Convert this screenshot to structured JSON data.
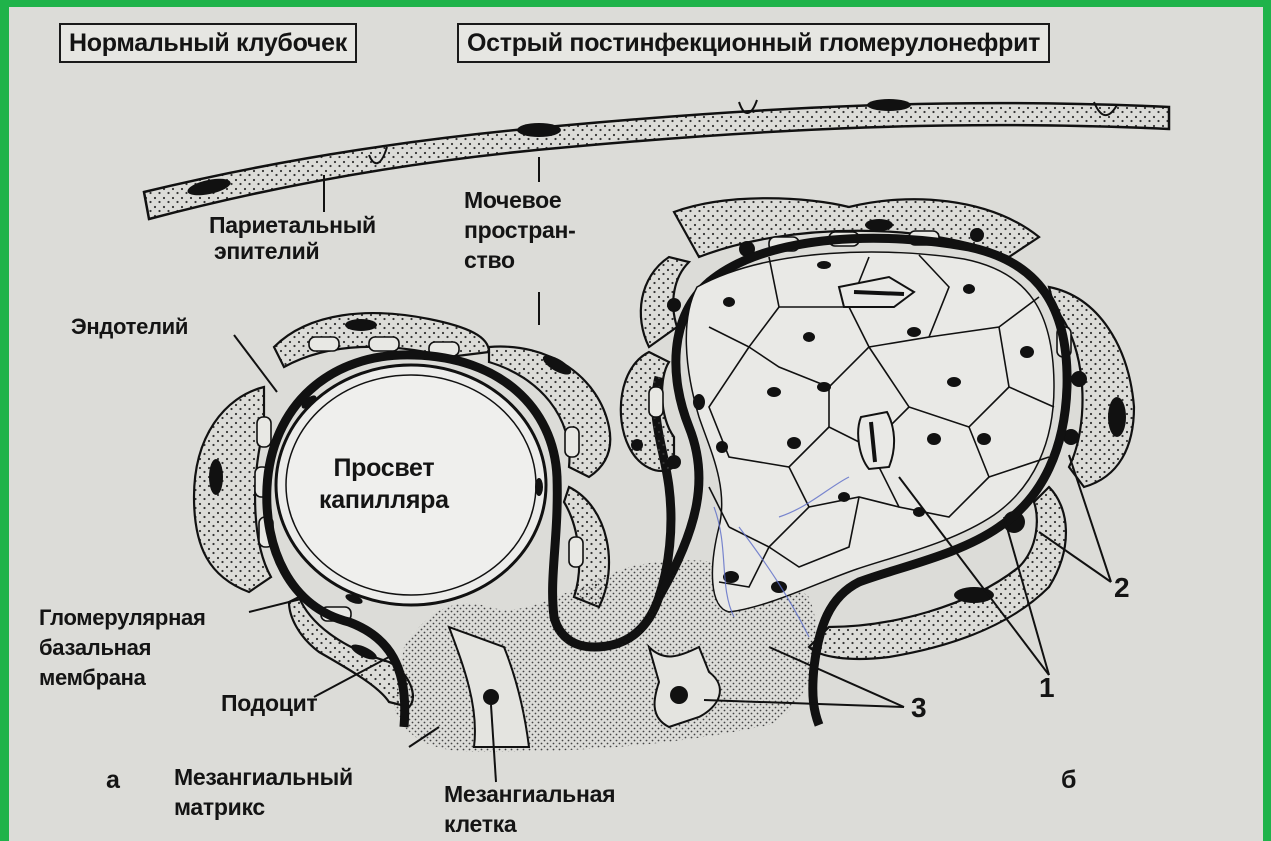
{
  "titles": {
    "normal": "Нормальный клубочек",
    "disease": "Острый постинфекционный гломерулонефрит"
  },
  "labels": {
    "parietal_line1": "Париетальный",
    "parietal_line2": "эпителий",
    "urinary_line1": "Мочевое",
    "urinary_line2": "простран-",
    "urinary_line3": "ство",
    "endothelium": "Эндотелий",
    "lumen_line1": "Просвет",
    "lumen_line2": "капилляра",
    "gbm_line1": "Гломерулярная",
    "gbm_line2": "базальная",
    "gbm_line3": "мембрана",
    "podocyte": "Подоцит",
    "matrix_line1": "Мезангиальный",
    "matrix_line2": "матрикс",
    "mesangial_cell_line1": "Мезангиальная",
    "mesangial_cell_line2": "клетка",
    "panel_a": "а",
    "panel_b": "б",
    "marker_1": "1",
    "marker_2": "2",
    "marker_3": "3"
  }
}
